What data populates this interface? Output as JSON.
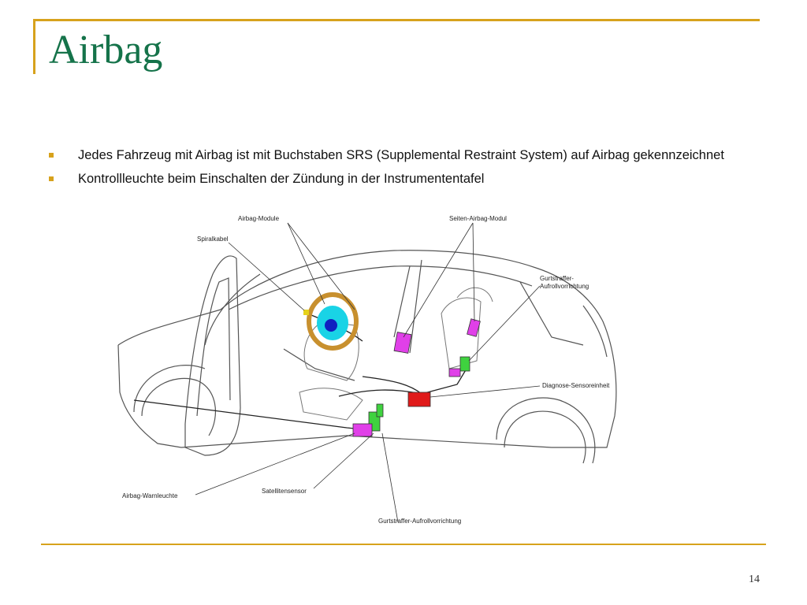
{
  "slide": {
    "title": "Airbag",
    "bullets": [
      "Jedes Fahrzeug mit Airbag ist mit Buchstaben SRS (Supplemental Restraint System) auf Airbag gekennzeichnet",
      "Kontrollleuchte beim Einschalten der Zündung in der Instrumententafel"
    ],
    "page_number": "14"
  },
  "diagram": {
    "labels": {
      "airbag_module": "Airbag-Module",
      "spiralkabel": "Spiralkabel",
      "seiten_airbag": "Seiten-Airbag-Modul",
      "gurtstraffer_top_1": "Gurtstraffer-",
      "gurtstraffer_top_2": "Aufrollvorrichtung",
      "diagnose": "Diagnose-Sensoreinheit",
      "warnleuchte": "Airbag-Warnleuchte",
      "satellitensensor": "Satellitensensor",
      "gurtstraffer_bottom": "Gurtstraffer-Aufrollvorrichtung"
    }
  },
  "colors": {
    "accent_gold": "#d7a21c",
    "title_green": "#15734a",
    "module_magenta": "#e040e8",
    "sensor_green": "#3fd23f",
    "diagnose_red": "#e01a1a",
    "airbag_cyan": "#19d3e6"
  }
}
